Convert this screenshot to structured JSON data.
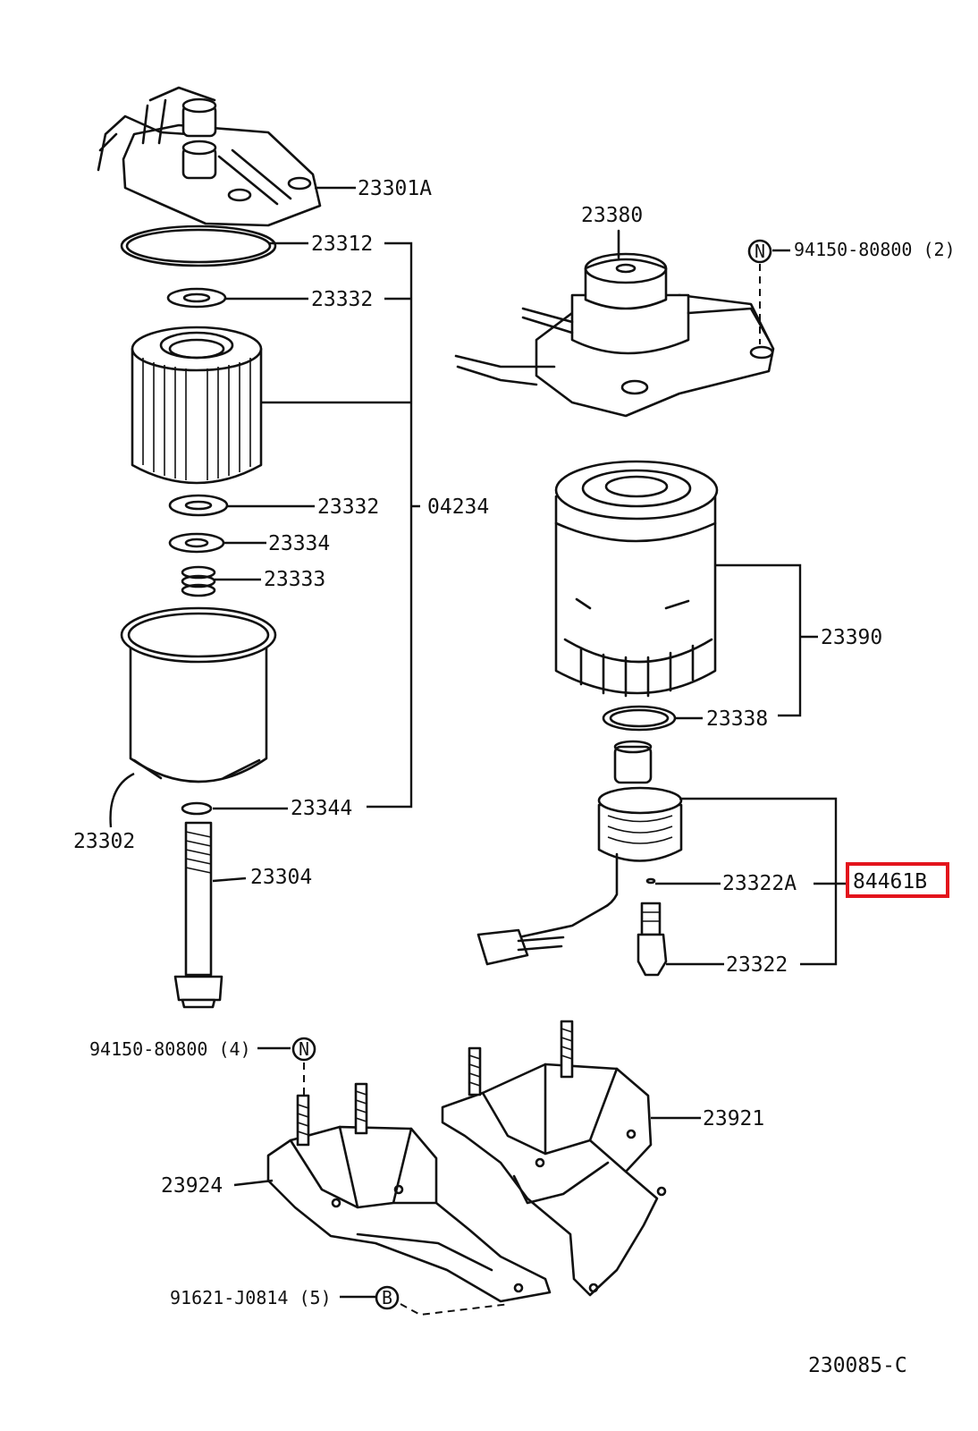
{
  "labels": {
    "p23301A": "23301A",
    "p23312": "23312",
    "p23332a": "23332",
    "p23332b": "23332",
    "p04234": "04234",
    "p23334": "23334",
    "p23333": "23333",
    "p23302": "23302",
    "p23344": "23344",
    "p23304": "23304",
    "p23380": "23380",
    "p94150a": "94150-80800 (2)",
    "p23390": "23390",
    "p23338": "23338",
    "p84461B": "84461B",
    "p23322A": "23322A",
    "p23322": "23322",
    "p94150b": "94150-80800 (4)",
    "p23921": "23921",
    "p23924": "23924",
    "p91621": "91621-J0814 (5)",
    "diagramCode": "230085-C"
  },
  "markers": {
    "n1": "N",
    "n2": "N",
    "b1": "B"
  },
  "highlight": {
    "part": "84461B",
    "color": "#e3141c"
  }
}
